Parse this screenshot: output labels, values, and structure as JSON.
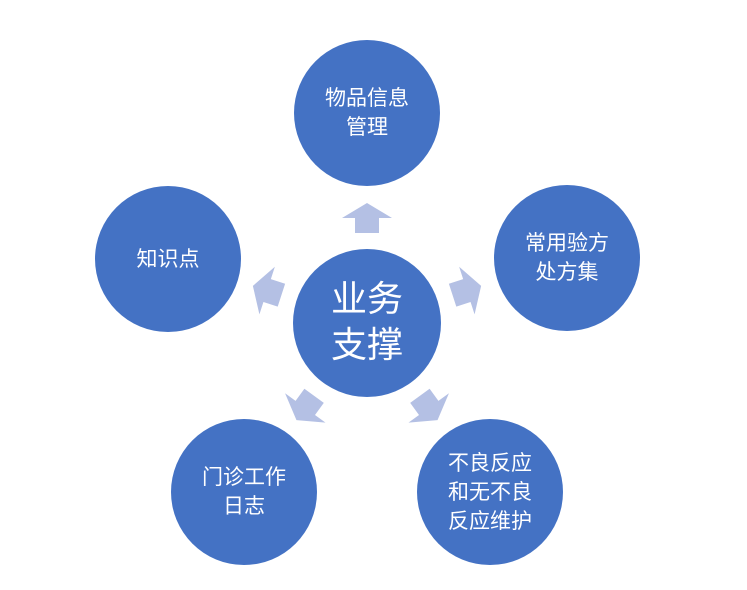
{
  "colors": {
    "circle": "#4472c4",
    "arrow": "#b4c0e4"
  },
  "center": {
    "lines": [
      "业务",
      "支撑"
    ]
  },
  "nodes": [
    {
      "lines": [
        "物品信息",
        "管理"
      ]
    },
    {
      "lines": [
        "常用验方",
        "处方集"
      ]
    },
    {
      "lines": [
        "不良反应",
        "和无不良",
        "反应维护"
      ]
    },
    {
      "lines": [
        "门诊工作",
        "日志"
      ]
    },
    {
      "lines": [
        "知识点"
      ]
    }
  ]
}
